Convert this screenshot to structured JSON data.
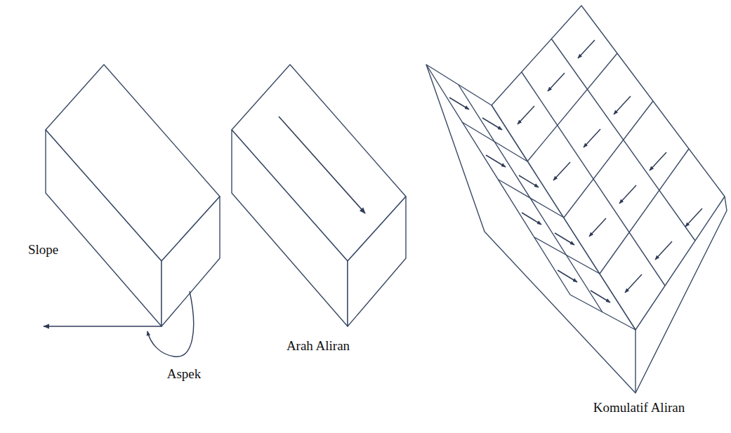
{
  "diagram": {
    "labels": [
      "Slope",
      "Aspek",
      "Arah Aliran",
      "Komulatif Aliran"
    ]
  }
}
